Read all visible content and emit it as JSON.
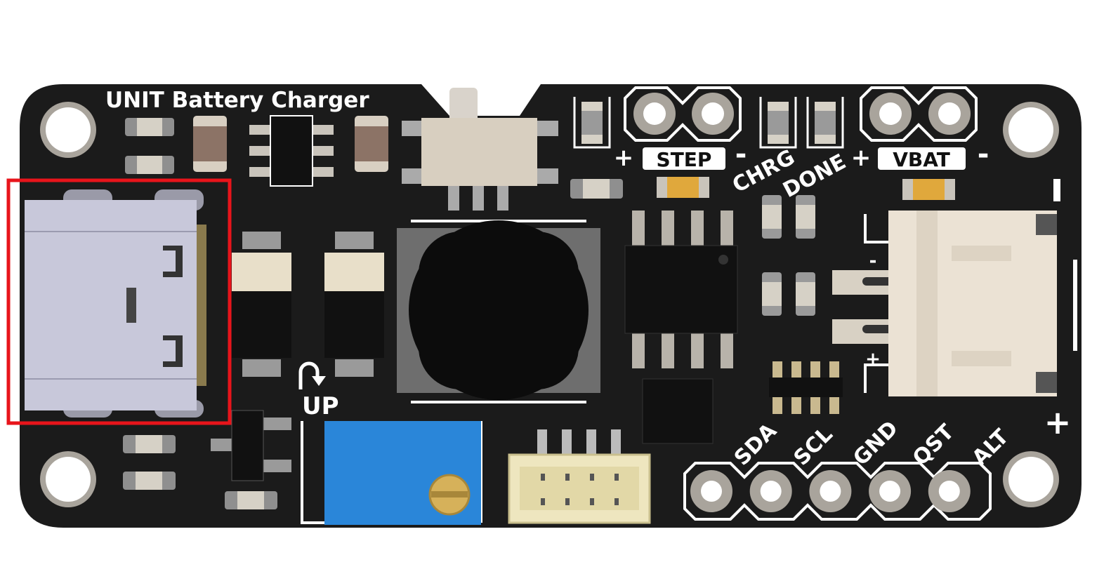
{
  "board": {
    "title": "UNIT Battery Charger",
    "colors": {
      "pcb": "#1b1b1b",
      "silk": "#ffffff",
      "highlight": "#e8141b",
      "usb": "#c8c8da",
      "trimmer": "#2a86d9",
      "connector": "#ebe2d4"
    }
  },
  "headers": {
    "step": {
      "label": "STEP",
      "plus": "+",
      "minus": "-"
    },
    "vbat": {
      "label": "VBAT",
      "plus": "+",
      "minus": "-"
    },
    "bottom_pins": [
      "SDA",
      "SCL",
      "GND",
      "QST",
      "ALT"
    ]
  },
  "leds": {
    "chrg": "CHRG",
    "done": "DONE"
  },
  "battery_connector": {
    "minus": "-",
    "plus": "+",
    "minus_small": "-",
    "plus_small": "+"
  },
  "trimmer": {
    "label": "UP"
  },
  "highlight": {
    "target": "usb-c-connector"
  }
}
